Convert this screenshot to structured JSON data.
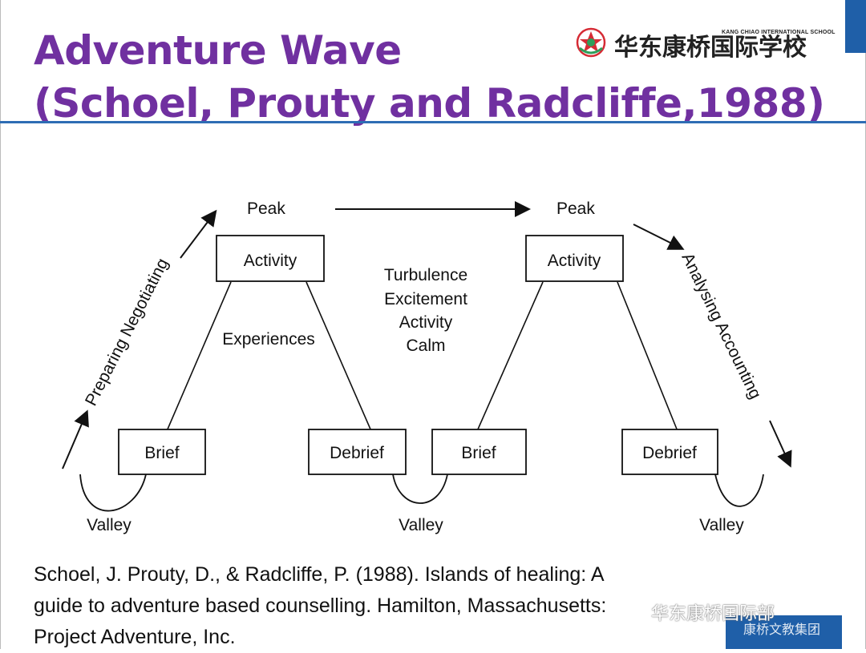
{
  "slide": {
    "title_line1": "Adventure Wave",
    "title_line2": "(Schoel, Prouty and Radcliffe,1988)",
    "logo_cn": "华东康桥国际学校",
    "logo_en": "KANG CHIAO INTERNATIONAL SCHOOL",
    "citation_line1": "Schoel, J. Prouty, D., & Radcliffe, P. (1988). Islands of healing: A",
    "citation_line2": "guide to adventure based counselling. Hamilton, Massachusetts:",
    "citation_line3": "Project Adventure, Inc.",
    "watermark": "华东康桥国际部",
    "footer_block_text": "康桥文教集团"
  },
  "diagram": {
    "peak_left": "Peak",
    "peak_right": "Peak",
    "activity_left": "Activity",
    "activity_right": "Activity",
    "brief_left": "Brief",
    "debrief_left": "Debrief",
    "brief_right": "Brief",
    "debrief_right": "Debrief",
    "valley_left": "Valley",
    "valley_middle": "Valley",
    "valley_right": "Valley",
    "experiences": "Experiences",
    "center_1": "Turbulence",
    "center_2": "Excitement",
    "center_3": "Activity",
    "center_4": "Calm",
    "left_arc": "Preparing Negotiating",
    "right_arc": "Analysing Accounting"
  },
  "colors": {
    "title": "#7030a0",
    "accent_blue": "#1f5fa8",
    "rule": "#2e6db4",
    "logo_red": "#d62b35",
    "logo_green": "#2f9e5a"
  }
}
